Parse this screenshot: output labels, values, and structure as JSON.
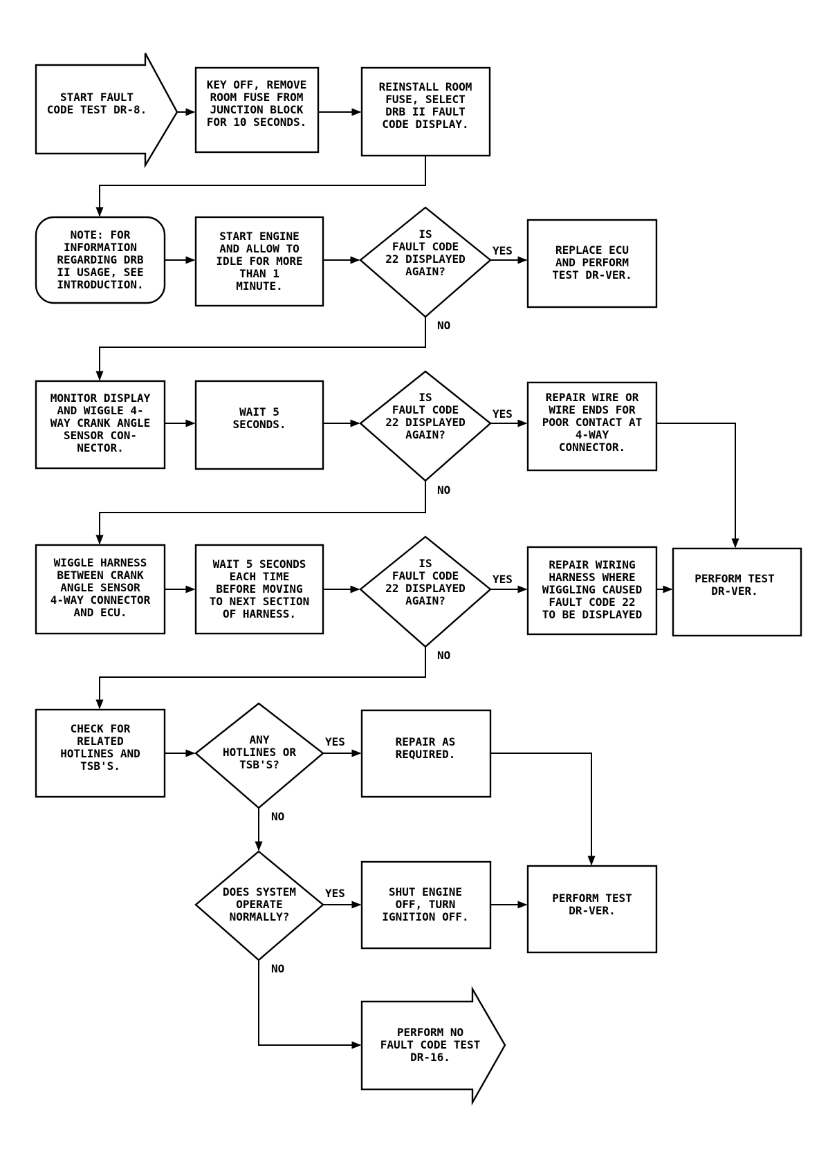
{
  "nodes": {
    "start": {
      "lines": [
        "START FAULT",
        "CODE TEST DR-8."
      ]
    },
    "keyoff": {
      "lines": [
        "KEY OFF, REMOVE",
        "ROOM FUSE FROM",
        "JUNCTION BLOCK",
        "FOR 10 SECONDS."
      ]
    },
    "reinstall": {
      "lines": [
        "REINSTALL ROOM",
        "FUSE, SELECT",
        "DRB II FAULT",
        "CODE DISPLAY."
      ]
    },
    "note": {
      "lines": [
        "NOTE: FOR",
        "INFORMATION",
        "REGARDING DRB",
        "II USAGE, SEE",
        "INTRODUCTION."
      ]
    },
    "start_engine": {
      "lines": [
        "START ENGINE",
        "AND ALLOW TO",
        "IDLE FOR MORE",
        "THAN 1",
        "MINUTE."
      ]
    },
    "q1": {
      "lines": [
        "IS",
        "FAULT CODE",
        "22 DISPLAYED",
        "AGAIN?"
      ]
    },
    "replace_ecu": {
      "lines": [
        "REPLACE ECU",
        "AND PERFORM",
        "TEST DR-VER."
      ]
    },
    "monitor": {
      "lines": [
        "MONITOR DISPLAY",
        "AND WIGGLE 4-",
        "WAY CRANK ANGLE",
        "SENSOR CON-",
        "NECTOR."
      ]
    },
    "wait5": {
      "lines": [
        "WAIT 5",
        "SECONDS."
      ]
    },
    "q2": {
      "lines": [
        "IS",
        "FAULT CODE",
        "22 DISPLAYED",
        "AGAIN?"
      ]
    },
    "repair_wire": {
      "lines": [
        "REPAIR WIRE OR",
        "WIRE ENDS FOR",
        "POOR CONTACT AT",
        "4-WAY",
        "CONNECTOR."
      ]
    },
    "wiggle": {
      "lines": [
        "WIGGLE HARNESS",
        "BETWEEN CRANK",
        "ANGLE SENSOR",
        "4-WAY CONNECTOR",
        "AND ECU."
      ]
    },
    "wait5each": {
      "lines": [
        "WAIT 5 SECONDS",
        "EACH TIME",
        "BEFORE MOVING",
        "TO NEXT SECTION",
        "OF HARNESS."
      ]
    },
    "q3": {
      "lines": [
        "IS",
        "FAULT CODE",
        "22 DISPLAYED",
        "AGAIN?"
      ]
    },
    "repair_harness": {
      "lines": [
        "REPAIR WIRING",
        "HARNESS WHERE",
        "WIGGLING CAUSED",
        "FAULT CODE 22",
        "TO BE DISPLAYED"
      ]
    },
    "perform1": {
      "lines": [
        "PERFORM TEST",
        "DR-VER."
      ]
    },
    "check": {
      "lines": [
        "CHECK FOR",
        "RELATED",
        "HOTLINES AND",
        "TSB'S."
      ]
    },
    "q4": {
      "lines": [
        "ANY",
        "HOTLINES OR",
        "TSB'S?"
      ]
    },
    "repair_req": {
      "lines": [
        "REPAIR AS",
        "REQUIRED."
      ]
    },
    "q5": {
      "lines": [
        "DOES SYSTEM",
        "OPERATE",
        "NORMALLY?"
      ]
    },
    "shut": {
      "lines": [
        "SHUT ENGINE",
        "OFF, TURN",
        "IGNITION OFF."
      ]
    },
    "perform2": {
      "lines": [
        "PERFORM TEST",
        "DR-VER."
      ]
    },
    "end": {
      "lines": [
        "PERFORM NO",
        "FAULT CODE TEST",
        "DR-16."
      ]
    }
  },
  "labels": {
    "yes": "YES",
    "no": "NO"
  }
}
